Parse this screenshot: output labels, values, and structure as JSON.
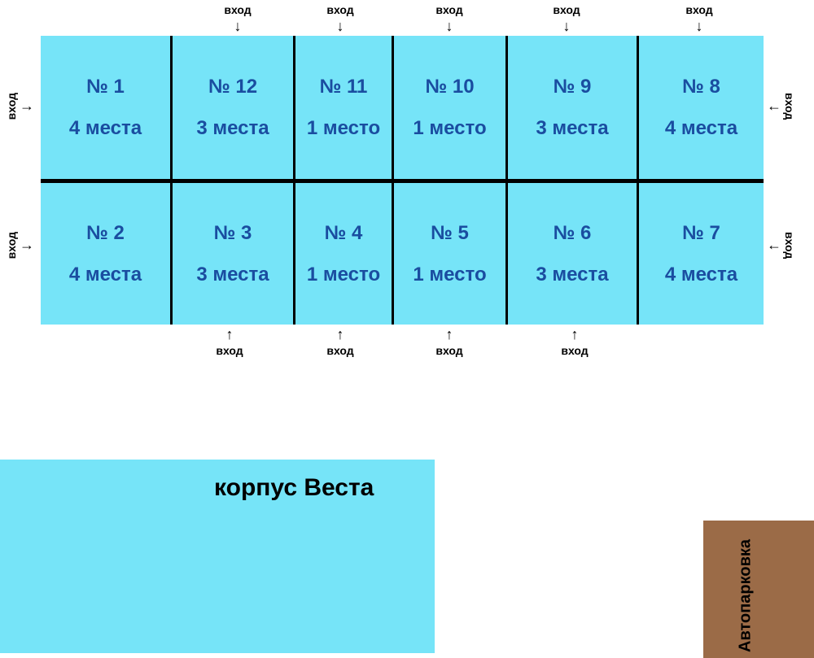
{
  "colors": {
    "room_fill": "#76e4f8",
    "room_text": "#1a4da0",
    "wall": "#000000",
    "parking": "#9b6b47"
  },
  "entry_label": "вход",
  "icons": {
    "down": "down-arrow-icon",
    "up": "up-arrow-icon",
    "right": "right-arrow-icon",
    "left": "left-arrow-icon"
  },
  "rooms_top": [
    {
      "number": "№ 1",
      "seats": "4 места"
    },
    {
      "number": "№ 12",
      "seats": "3 места"
    },
    {
      "number": "№ 11",
      "seats": "1 место"
    },
    {
      "number": "№ 10",
      "seats": "1 место"
    },
    {
      "number": "№ 9",
      "seats": "3 места"
    },
    {
      "number": "№ 8",
      "seats": "4 места"
    }
  ],
  "rooms_bottom": [
    {
      "number": "№ 2",
      "seats": "4 места"
    },
    {
      "number": "№ 3",
      "seats": "3 места"
    },
    {
      "number": "№ 4",
      "seats": "1 место"
    },
    {
      "number": "№ 5",
      "seats": "1 место"
    },
    {
      "number": "№ 6",
      "seats": "3 места"
    },
    {
      "number": "№ 7",
      "seats": "4 места"
    }
  ],
  "corpus": {
    "title": "корпус Веста"
  },
  "parking": {
    "label": "Автопарковка"
  }
}
